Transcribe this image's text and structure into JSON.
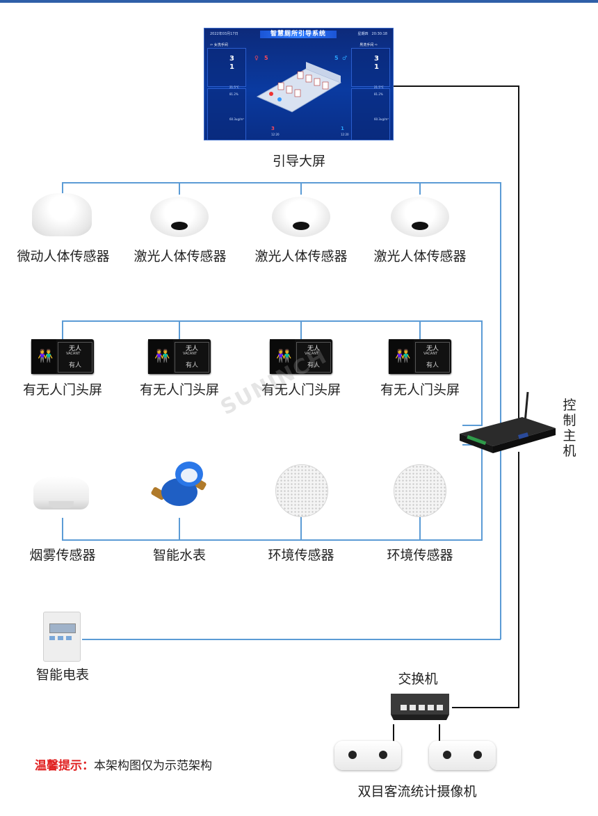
{
  "labels": {
    "screen": "引导大屏",
    "s1": "微动人体传感器",
    "s2": "激光人体传感器",
    "s3": "激光人体传感器",
    "s4": "激光人体传感器",
    "d1": "有无人门头屏",
    "d2": "有无人门头屏",
    "d3": "有无人门头屏",
    "d4": "有无人门头屏",
    "e1": "烟雾传感器",
    "e2": "智能水表",
    "e3": "环境传感器",
    "e4": "环境传感器",
    "meter": "智能电表",
    "controller": "控制主机",
    "switch": "交换机",
    "cameras": "双目客流统计摄像机"
  },
  "screen": {
    "title": "智慧厕所引导系统",
    "date": "2022年03月17日",
    "time": "星期四　20:30:18",
    "left_title": "女洗手间",
    "right_title": "男洗手间",
    "left_count_a": "3",
    "left_count_b": "1",
    "left_people": "5",
    "right_people": "5",
    "right_count_a": "3",
    "right_count_b": "1",
    "temp": "21.5°C",
    "humidity": "81.2%",
    "pm": "60.3ug/m³",
    "bottom_left_count": "3",
    "bottom_left_time": "12:20",
    "bottom_right_count": "1",
    "bottom_right_time": "12:20"
  },
  "door_screen": {
    "vacant_cn": "无人",
    "vacant_en": "VACANT",
    "occupied_cn": "有人"
  },
  "watermark": "SUNINCH",
  "tip": {
    "key": "温馨提示：",
    "text": "本架构图仅为示范架构"
  },
  "colors": {
    "wire_blue": "#5b9bd5",
    "wire_black": "#111111",
    "tip_red": "#e02020",
    "screen_bg": "#0a3aa0"
  }
}
